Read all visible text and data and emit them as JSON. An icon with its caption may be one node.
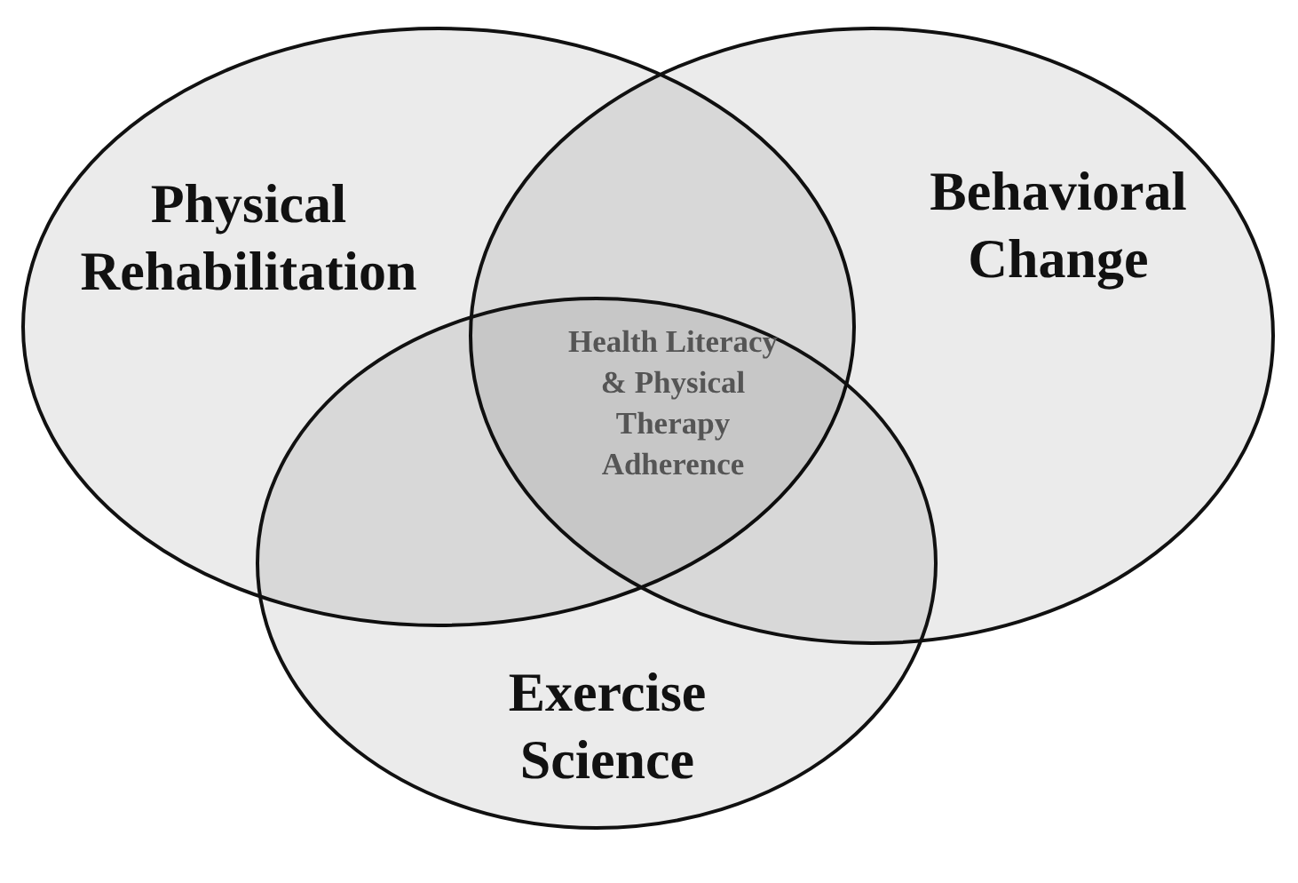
{
  "diagram": {
    "nodes": [
      {
        "text": [
          "Physical Rehabilitation"
        ]
      },
      {
        "text": [
          "Behavioral Change"
        ]
      },
      {
        "text": [
          "Exercise Science"
        ]
      }
    ],
    "labels": [
      "Health Literacy & Physical Therapy Adherence"
    ]
  }
}
